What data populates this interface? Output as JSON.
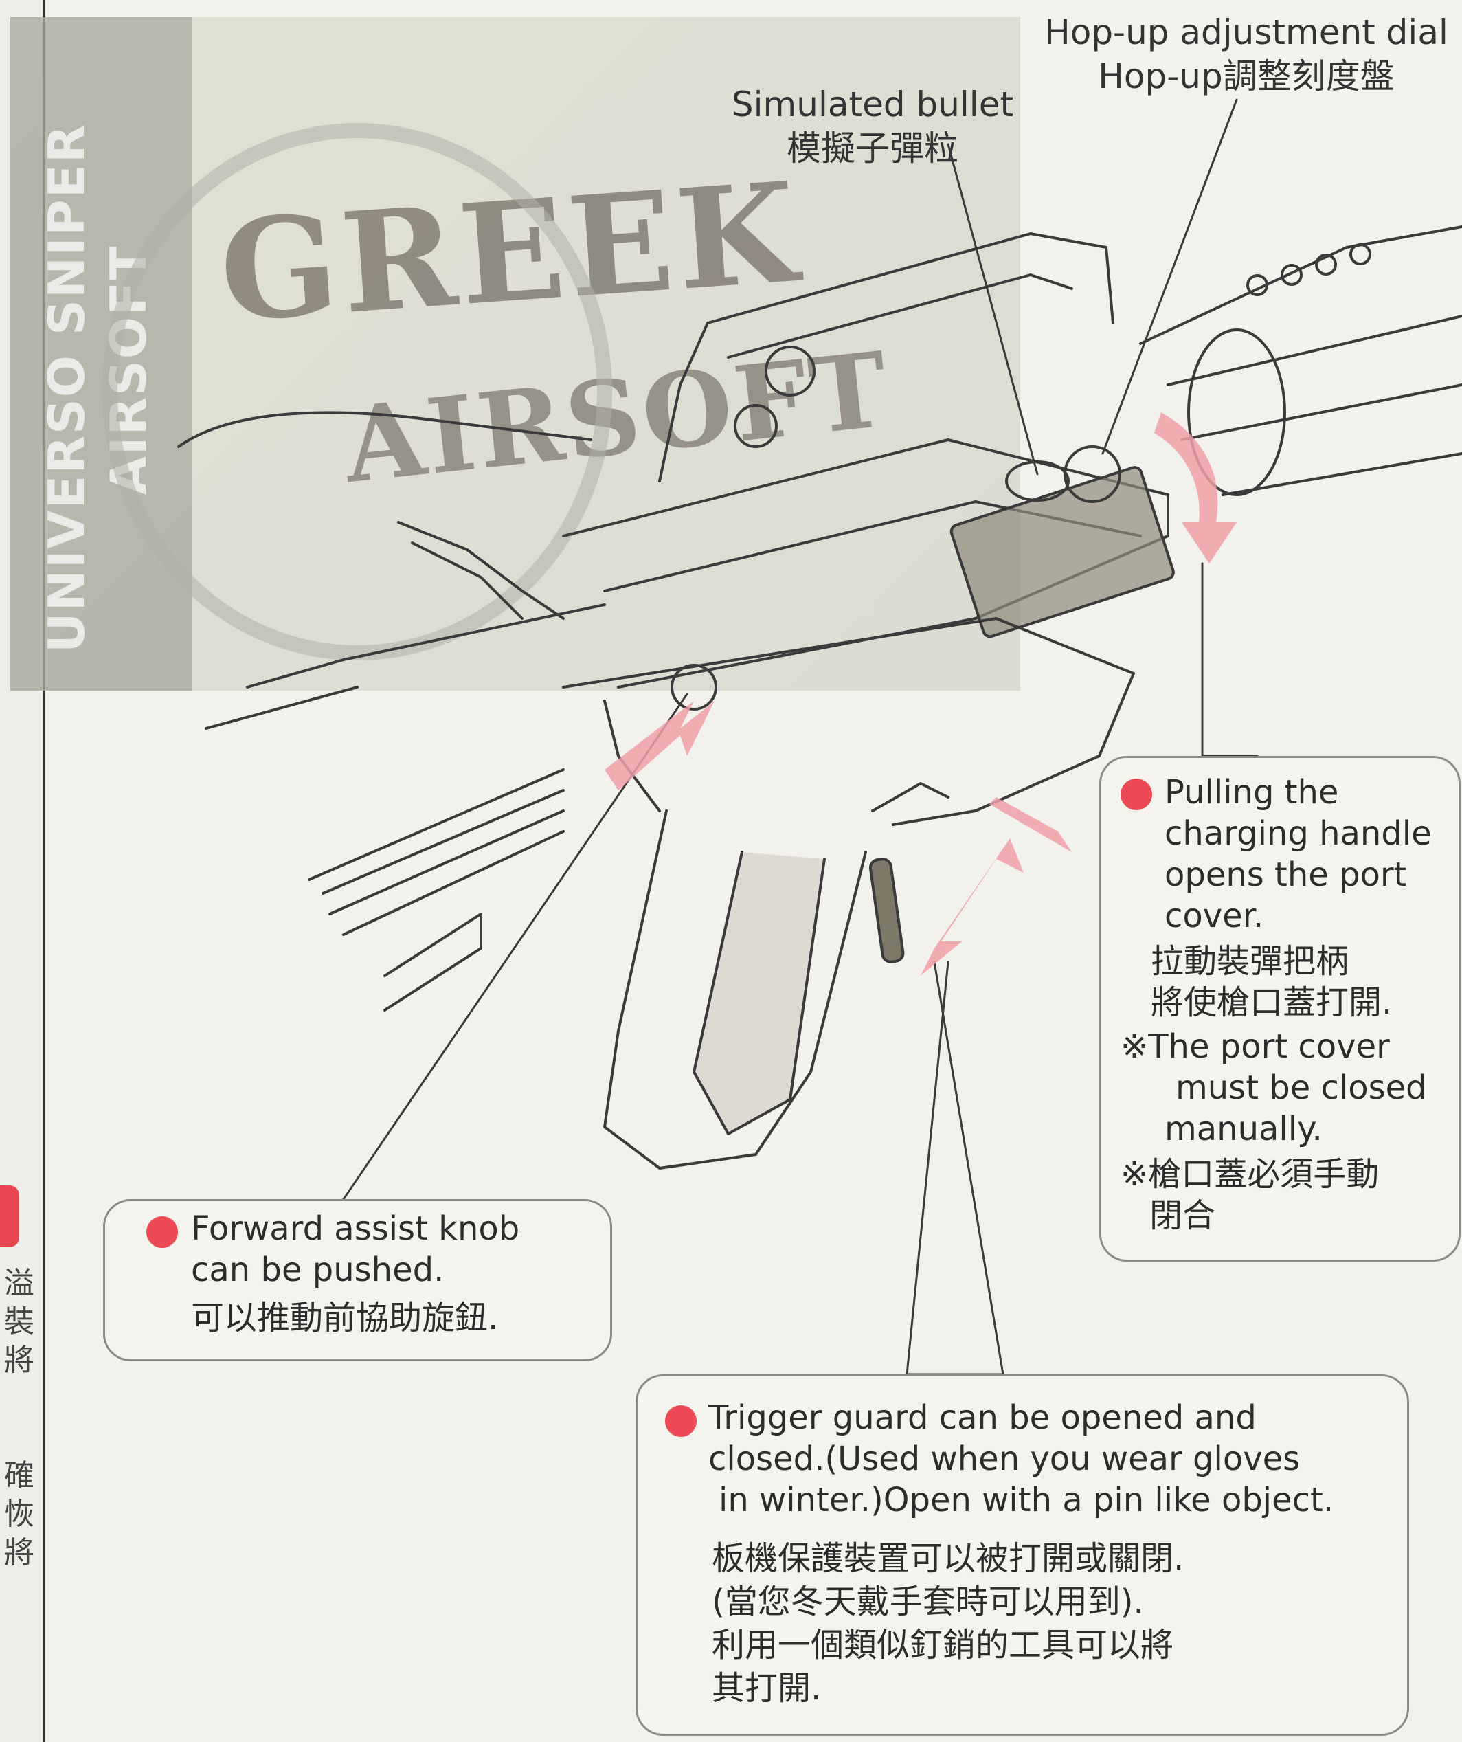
{
  "watermark": {
    "vertical_1": "UNIVERSO SNIPER",
    "vertical_2": "AIRSOFT",
    "logo_1": "GREEK",
    "logo_2": "AIRSOFT"
  },
  "left_margin": {
    "chars_top": [
      "溢",
      "裝",
      "將"
    ],
    "chars_bottom": [
      "確",
      "恢",
      "將"
    ]
  },
  "labels": {
    "hopup_en": "Hop-up adjustment dial",
    "hopup_zh": "Hop-up調整刻度盤",
    "bullet_en": "Simulated bullet",
    "bullet_zh": "模擬子彈粒"
  },
  "callouts": {
    "charging": {
      "lines": [
        "Pulling the",
        "charging handle",
        "opens the port",
        "cover.",
        "拉動裝彈把柄",
        "將使槍口蓋打開.",
        "※The port cover",
        "must be closed",
        "manually.",
        "※槍口蓋必須手動",
        "閉合"
      ]
    },
    "forward": {
      "lines": [
        "Forward assist knob",
        "can be pushed.",
        "可以推動前協助旋鈕."
      ]
    },
    "trigger": {
      "lines": [
        "Trigger guard can be opened and",
        "closed.(Used when you wear gloves",
        "in winter.)Open with a pin like object.",
        "板機保護裝置可以被打開或關閉.",
        "(當您冬天戴手套時可以用到).",
        "利用一個類似釘銷的工具可以將",
        "其打開."
      ]
    }
  },
  "colors": {
    "accent_dot": "#ec4b55",
    "arrow": "#f0a0a8",
    "outline": "#8a8a8a"
  }
}
